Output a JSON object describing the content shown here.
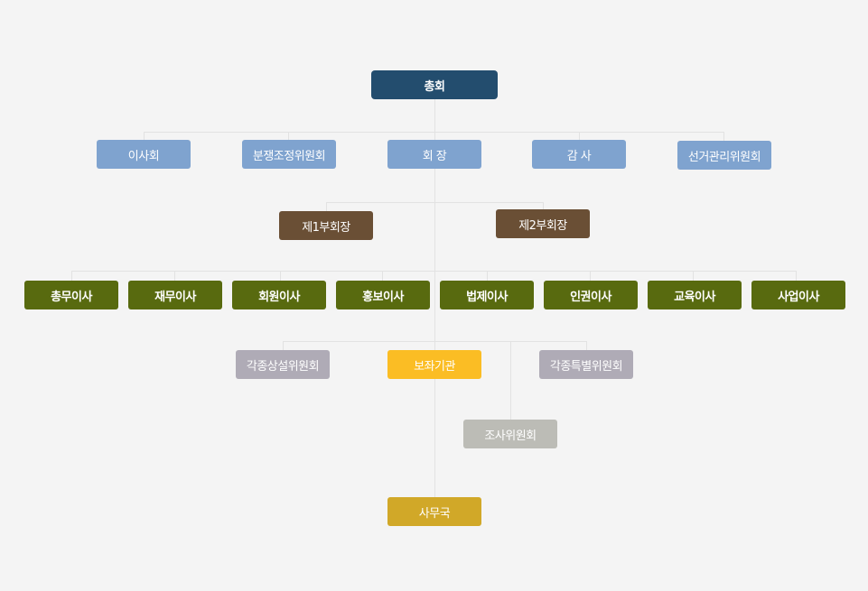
{
  "org_chart": {
    "assembly": "총회",
    "board": "이사회",
    "dispute_committee": "분쟁조정위원회",
    "president": "회 장",
    "auditor": "감 사",
    "election_committee": "선거관리위원회",
    "vp1": "제1부회장",
    "vp2": "제2부회장",
    "directors": [
      "총무이사",
      "재무이사",
      "회원이사",
      "홍보이사",
      "법제이사",
      "인권이사",
      "교육이사",
      "사업이사"
    ],
    "standing_committees": "각종상설위원회",
    "assistant_office": "보좌기관",
    "special_committees": "각종특별위원회",
    "investigation_committee": "조사위원회",
    "secretariat": "사무국"
  },
  "colors": {
    "navy": "#234d6e",
    "light_blue": "#7fa3cf",
    "brown": "#6a4f35",
    "olive": "#586a0f",
    "gray_purple": "#afabb6",
    "yellow": "#fbbd24",
    "light_gray": "#bcbcb6",
    "gold": "#d1a828",
    "connector": "#e2e2e2"
  }
}
